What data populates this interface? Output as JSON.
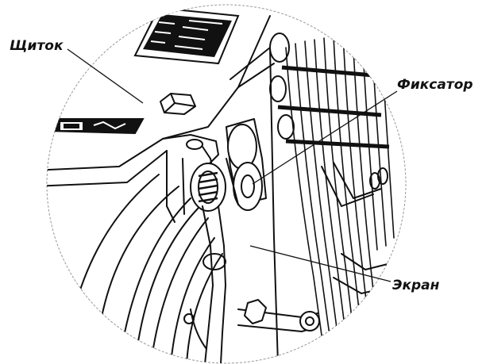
{
  "diagram": {
    "callouts": [
      {
        "id": "shield",
        "label": "Щиток"
      },
      {
        "id": "clamp",
        "label": "Фиксатор"
      },
      {
        "id": "screen",
        "label": "Экран"
      }
    ],
    "colors": {
      "ink": "#111111",
      "paper": "#ffffff"
    }
  }
}
